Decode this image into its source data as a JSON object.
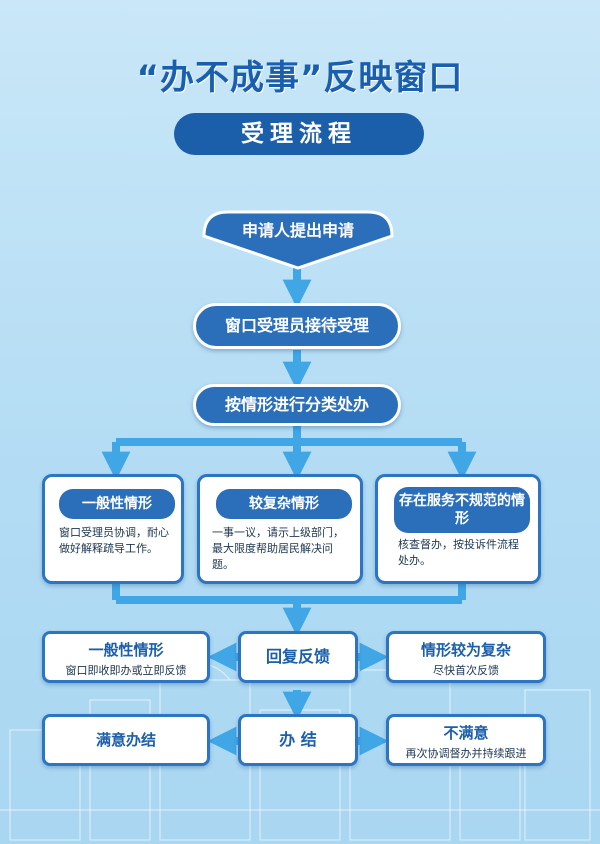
{
  "header": {
    "title": "“办不成事”反映窗口",
    "subtitle": "受理流程"
  },
  "flow": {
    "step1": "申请人提出申请",
    "step2": "窗口受理员接待受理",
    "step3": "按情形进行分类处办",
    "branches": [
      {
        "label": "一般性情形",
        "text": "窗口受理员协调，耐心做好解释疏导工作。"
      },
      {
        "label": "较复杂情形",
        "text": "一事一议，请示上级部门，最大限度帮助居民解决问题。"
      },
      {
        "label": "存在服务不规范的情形",
        "text": "核查督办，按投诉件流程处办。"
      }
    ],
    "feedback": {
      "center": "回复反馈",
      "left": {
        "title": "一般性情形",
        "sub": "窗口即收即办或立即反馈"
      },
      "right": {
        "title": "情形较为复杂",
        "sub": "尽快首次反馈"
      }
    },
    "result": {
      "center": "办 结",
      "left": {
        "title": "满意办结"
      },
      "right": {
        "title": "不满意",
        "sub": "再次协调督办并持续跟进"
      }
    }
  },
  "colors": {
    "primary": "#2b6fba",
    "title": "#1a5fae",
    "connector": "#40a6e6",
    "background": "#c9e7f8"
  }
}
